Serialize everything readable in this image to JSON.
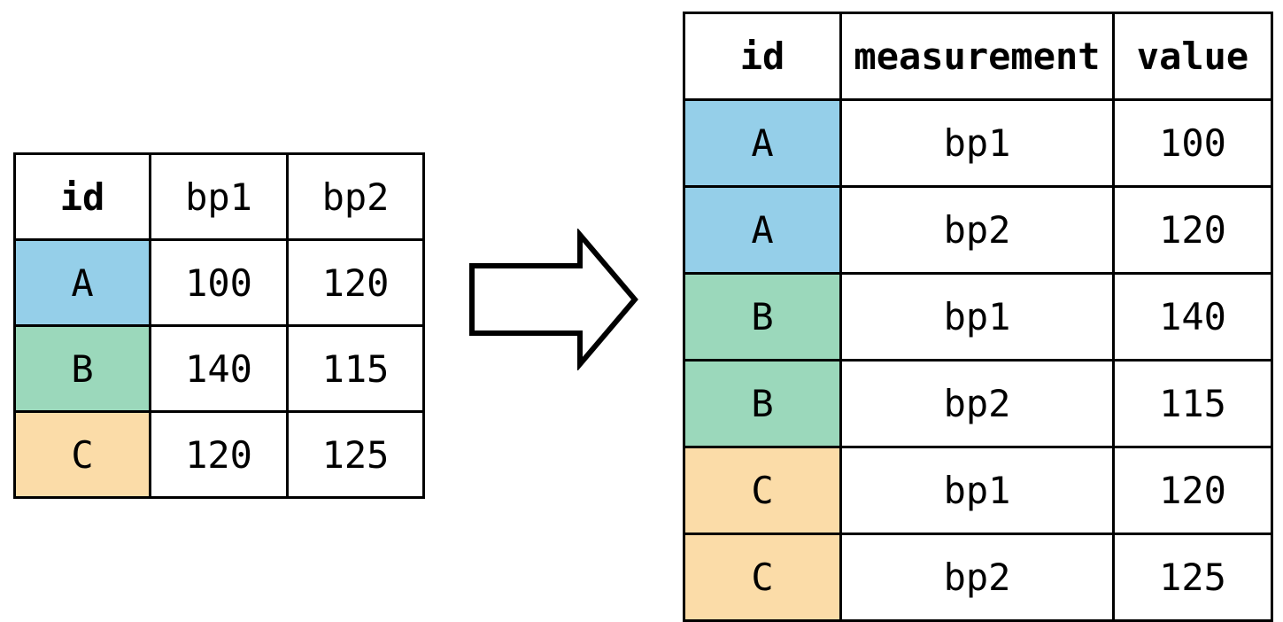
{
  "diagram": {
    "title": "pivot-longer",
    "arrow_label": "transform-arrow"
  },
  "colors": {
    "blue": "#95CFE9",
    "green": "#9BD8BB",
    "orange": "#FBDCA8",
    "white": "#FFFFFF",
    "border": "#000000"
  },
  "wide_table": {
    "name": "wide-table",
    "columns": [
      "id",
      "bp1",
      "bp2"
    ],
    "rows": [
      {
        "id": "A",
        "bp1": "100",
        "bp2": "120",
        "fill": "#95CFE9"
      },
      {
        "id": "B",
        "bp1": "140",
        "bp2": "115",
        "fill": "#9BD8BB"
      },
      {
        "id": "C",
        "bp1": "120",
        "bp2": "125",
        "fill": "#FBDCA8"
      }
    ]
  },
  "long_table": {
    "name": "long-table",
    "columns": [
      "id",
      "measurement",
      "value"
    ],
    "rows": [
      {
        "id": "A",
        "measurement": "bp1",
        "value": "100",
        "fill": "#95CFE9"
      },
      {
        "id": "A",
        "measurement": "bp2",
        "value": "120",
        "fill": "#95CFE9"
      },
      {
        "id": "B",
        "measurement": "bp1",
        "value": "140",
        "fill": "#9BD8BB"
      },
      {
        "id": "B",
        "measurement": "bp2",
        "value": "115",
        "fill": "#9BD8BB"
      },
      {
        "id": "C",
        "measurement": "bp1",
        "value": "120",
        "fill": "#FBDCA8"
      },
      {
        "id": "C",
        "measurement": "bp2",
        "value": "125",
        "fill": "#FBDCA8"
      }
    ]
  },
  "chart_data": {
    "type": "table",
    "title": "",
    "tables": [
      {
        "name": "wide",
        "columns": [
          "id",
          "bp1",
          "bp2"
        ],
        "data": [
          [
            "A",
            "100",
            "120"
          ],
          [
            "B",
            "140",
            "115"
          ],
          [
            "C",
            "120",
            "125"
          ]
        ]
      },
      {
        "name": "long",
        "columns": [
          "id",
          "measurement",
          "value"
        ],
        "data": [
          [
            "A",
            "bp1",
            "100"
          ],
          [
            "A",
            "bp2",
            "120"
          ],
          [
            "B",
            "bp1",
            "140"
          ],
          [
            "B",
            "bp2",
            "115"
          ],
          [
            "C",
            "bp1",
            "120"
          ],
          [
            "C",
            "bp2",
            "125"
          ]
        ]
      }
    ]
  }
}
